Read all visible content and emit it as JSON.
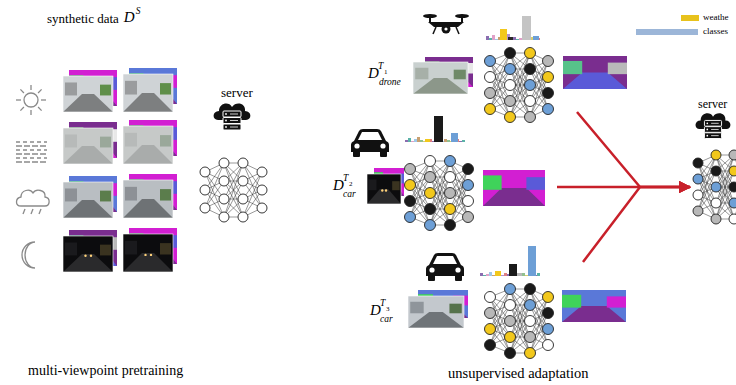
{
  "diagram": {
    "nodes": [
      {
        "text": [
          "server"
        ]
      },
      {
        "text": [
          "D",
          "T",
          "1",
          "drone"
        ]
      },
      {
        "text": [
          "D",
          "T",
          "2",
          "car"
        ]
      },
      {
        "text": [
          "D",
          "T",
          "3",
          "car"
        ]
      },
      {
        "text": [
          "server"
        ]
      }
    ],
    "edges": [
      {
        "from": 1,
        "to": 4,
        "arrow": "to"
      },
      {
        "from": 2,
        "to": 4,
        "arrow": "to"
      },
      {
        "from": 3,
        "to": 4,
        "arrow": "to"
      }
    ],
    "labels": [
      "synthetic data",
      "D",
      "S",
      "multi-viewpoint pretraining",
      "unsupervised adaptation"
    ],
    "legend": [
      {
        "text": "weathe",
        "color": "#e8c21c"
      },
      {
        "text": "classes",
        "color": "#9cb6d8"
      }
    ]
  }
}
